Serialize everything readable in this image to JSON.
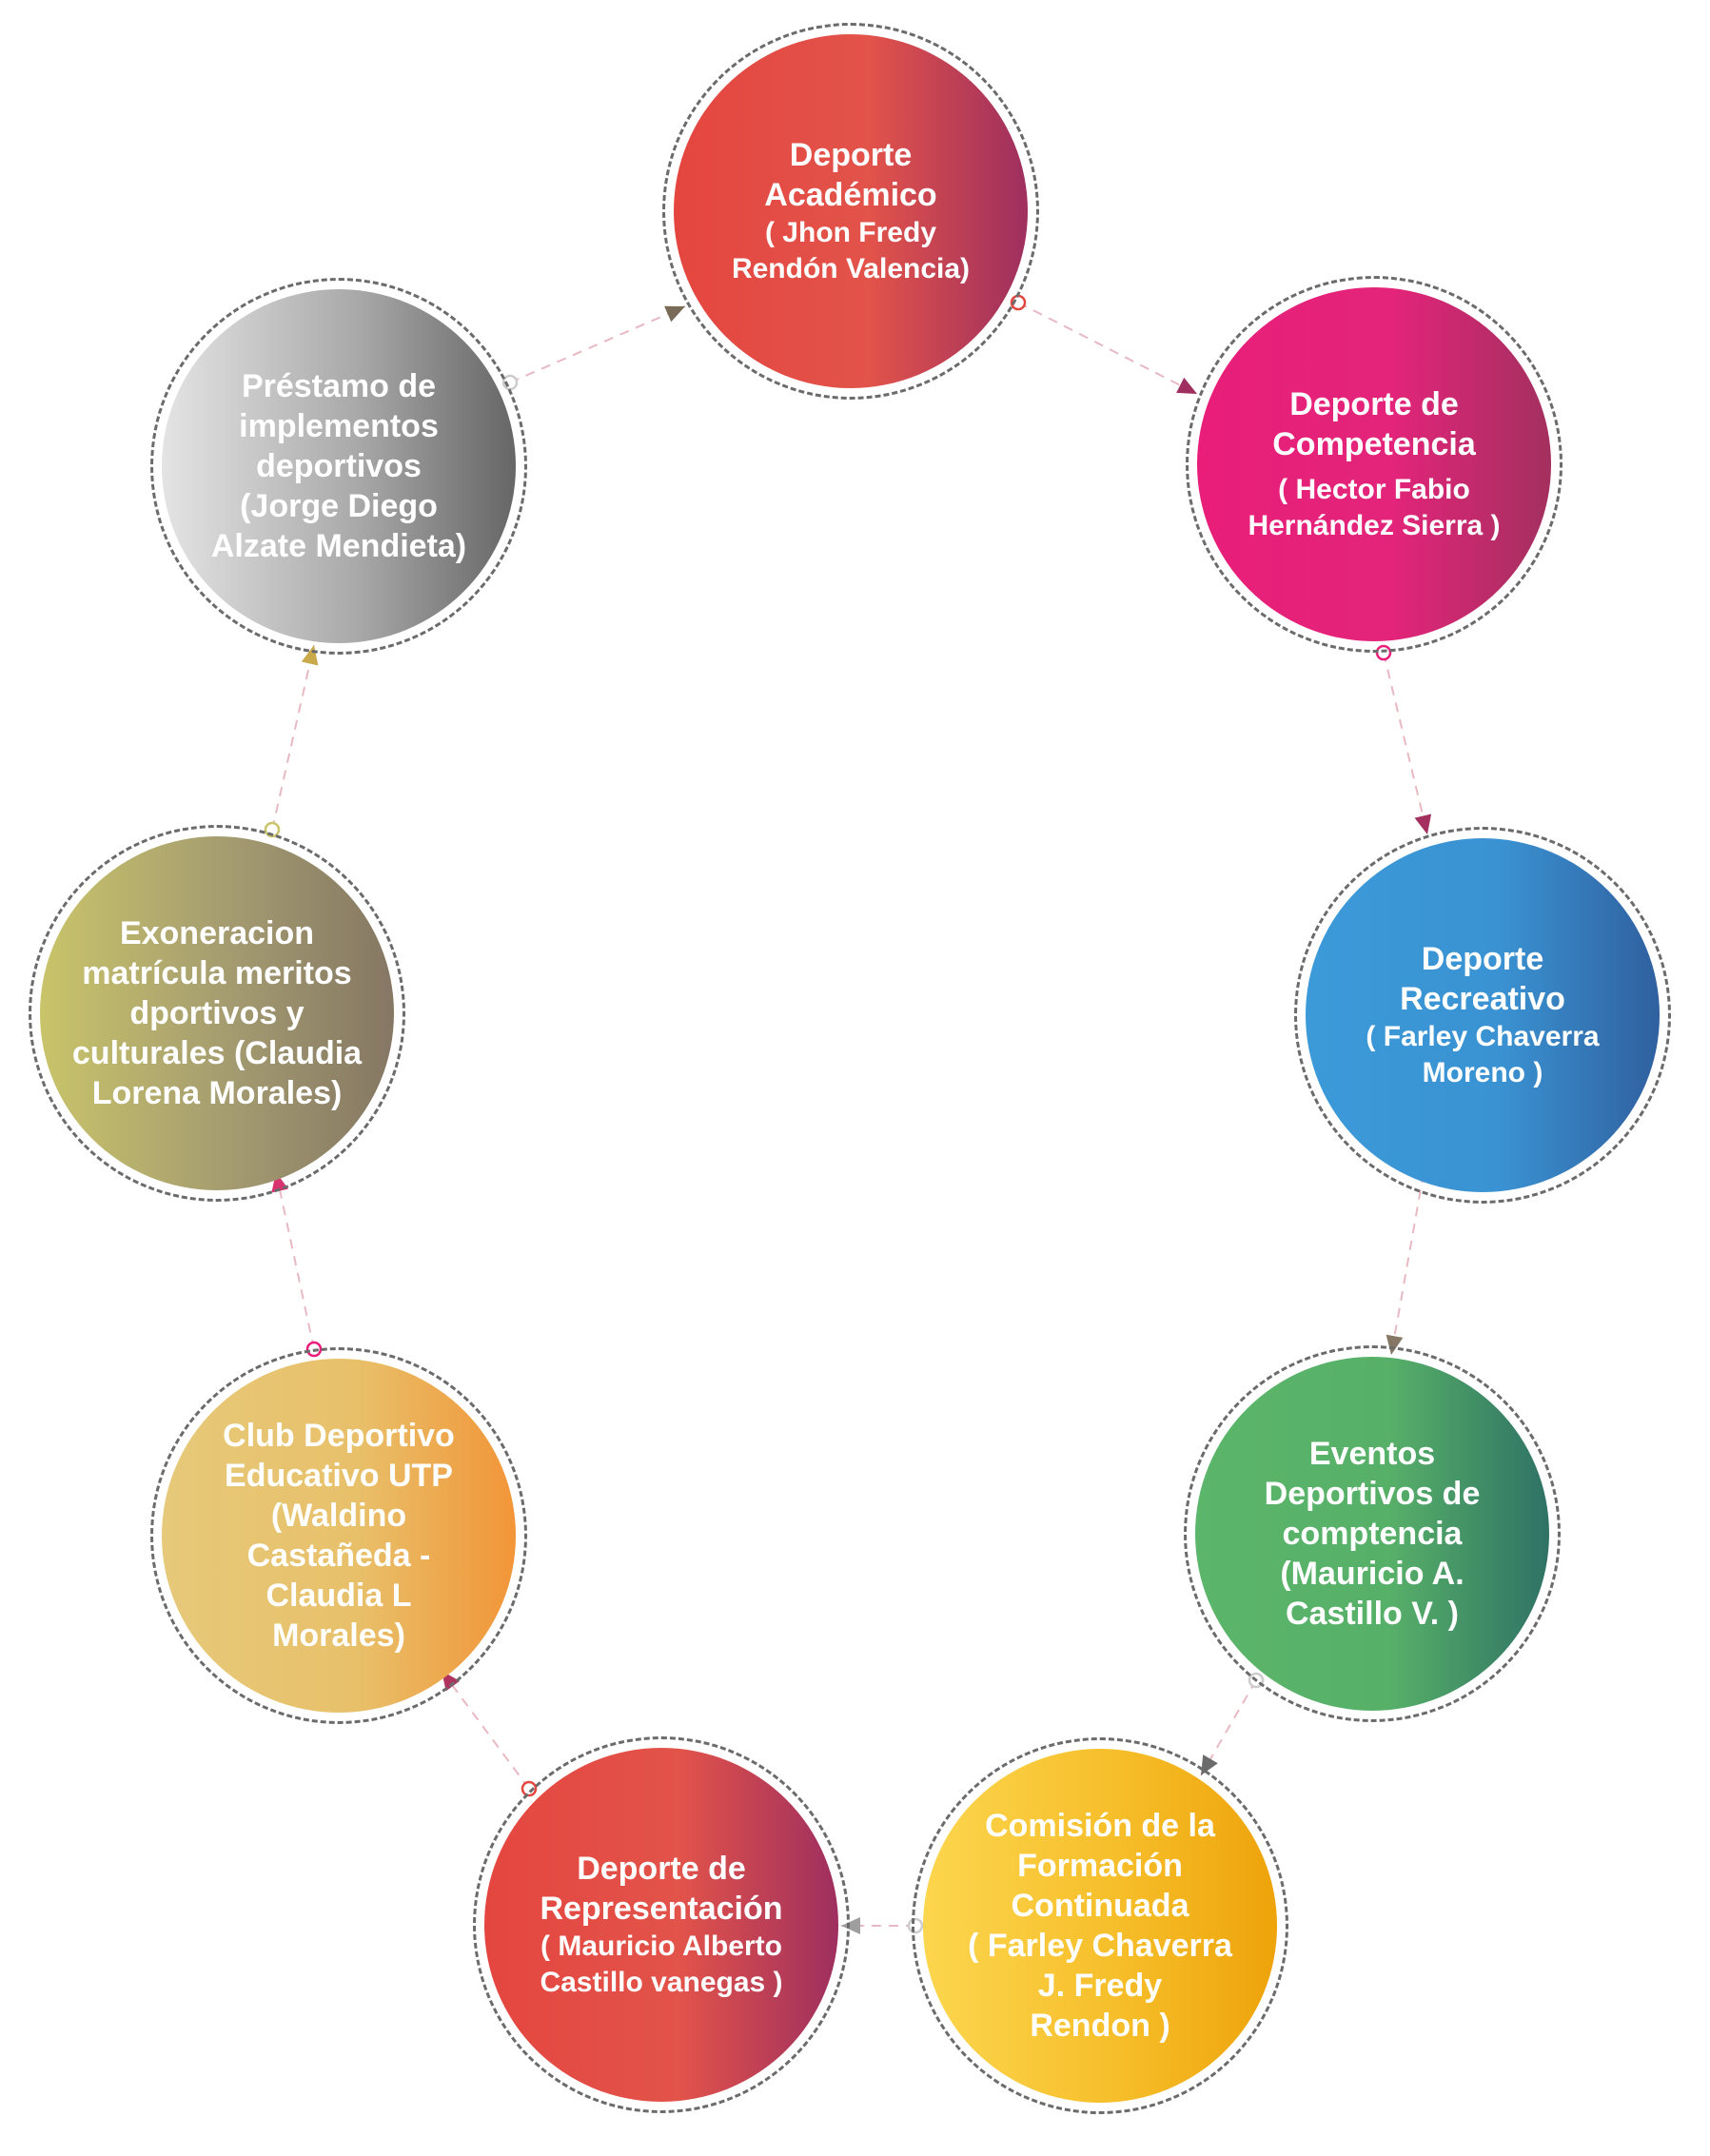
{
  "nodes": [
    {
      "id": "deporte-academico",
      "title": [
        "Deporte",
        "Académico"
      ],
      "person": [
        "( Jhon Fredy",
        "Rendón Valencia)"
      ],
      "gradient": [
        "#e4463f",
        "#e2534a",
        "#9e2f5f"
      ]
    },
    {
      "id": "deporte-competencia",
      "title": [
        "Deporte de",
        "Competencia"
      ],
      "person": [
        "( Hector Fabio",
        "Hernández Sierra )"
      ],
      "gradient": [
        "#e91e7a",
        "#e3247a",
        "#a3305f"
      ]
    },
    {
      "id": "deporte-recreativo",
      "title": [
        "Deporte",
        "Recreativo"
      ],
      "person": [
        "( Farley Chaverra",
        "Moreno )"
      ],
      "gradient": [
        "#3c9ad9",
        "#3a92d2",
        "#30609f"
      ]
    },
    {
      "id": "eventos-deportivos",
      "title": [
        "Eventos",
        "Deportivos de",
        "comptencia",
        "(Mauricio A.",
        "Castillo V. )"
      ],
      "person": [],
      "gradient": [
        "#5bb56a",
        "#57b068",
        "#2f7265"
      ]
    },
    {
      "id": "comision-formacion",
      "title": [
        "Comisión de la",
        "Formación",
        "Continuada",
        "( Farley Chaverra",
        "J. Fredy",
        "Rendon )"
      ],
      "person": [],
      "gradient": [
        "#fcd64e",
        "#f6be2a",
        "#eea30a"
      ]
    },
    {
      "id": "deporte-representacion",
      "title": [
        "Deporte de",
        "Representación"
      ],
      "person": [
        "( Mauricio Alberto",
        "Castillo vanegas )"
      ],
      "gradient": [
        "#e4463f",
        "#e2534a",
        "#9e2f5f"
      ]
    },
    {
      "id": "club-deportivo",
      "title": [
        "Club Deportivo",
        "Educativo UTP",
        "(Waldino",
        "Castañeda -",
        "Claudia L",
        "Morales)"
      ],
      "person": [],
      "gradient": [
        "#e6c97a",
        "#e8c06a",
        "#f29538"
      ]
    },
    {
      "id": "exoneracion-matricula",
      "title": [
        "Exoneracion",
        "matrícula meritos",
        "dportivos y",
        "culturales (Claudia",
        "Lorena Morales)"
      ],
      "person": [],
      "gradient": [
        "#c9c46a",
        "#a39a70",
        "#857763"
      ]
    },
    {
      "id": "prestamo-implementos",
      "title": [
        "Préstamo de",
        "implementos",
        "deportivos",
        "(Jorge Diego",
        "Alzate Mendieta)"
      ],
      "person": [],
      "gradient": [
        "#e4e4e4",
        "#a9a9a9",
        "#666666"
      ]
    }
  ],
  "connector_colors": [
    "#9e2f5f",
    "#a3305f",
    "#857763",
    "#6b6b6b",
    "#9e9e9e",
    "#b0325f",
    "#d9336f",
    "#c9a94a",
    "#7a6a58"
  ],
  "link_circle_colors": [
    "#e4463f",
    "#e91e7a",
    "#c9c46a",
    "#cccccc",
    "#cccccc",
    "#e4463f",
    "#e91e7a",
    "#c9c46a",
    "#cccccc"
  ]
}
